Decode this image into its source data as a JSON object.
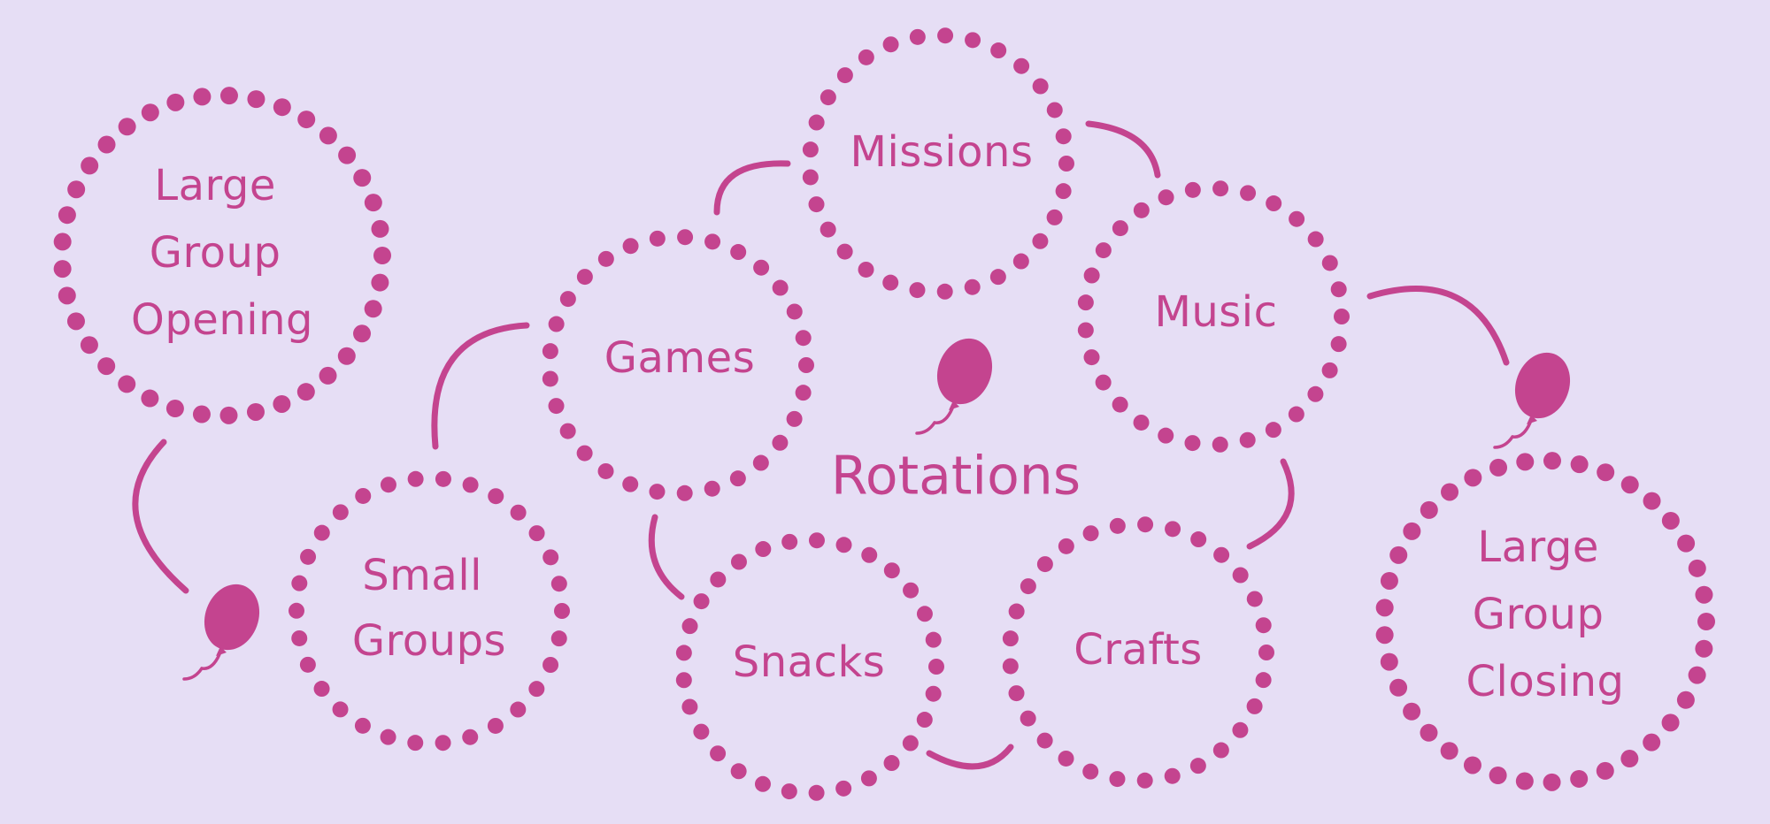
{
  "colors": {
    "background": "#e6def5",
    "accent": "#c4448f"
  },
  "title": "Rotations",
  "nodes": [
    {
      "id": "large-group-opening",
      "lines": [
        "Large",
        "Group",
        "Opening"
      ]
    },
    {
      "id": "small-groups",
      "lines": [
        "Small",
        "Groups"
      ]
    },
    {
      "id": "games",
      "lines": [
        "Games"
      ]
    },
    {
      "id": "missions",
      "lines": [
        "Missions"
      ]
    },
    {
      "id": "music",
      "lines": [
        "Music"
      ]
    },
    {
      "id": "snacks",
      "lines": [
        "Snacks"
      ]
    },
    {
      "id": "crafts",
      "lines": [
        "Crafts"
      ]
    },
    {
      "id": "large-group-closing",
      "lines": [
        "Large",
        "Group",
        "Closing"
      ]
    }
  ],
  "icons": [
    "balloon-icon",
    "balloon-icon",
    "balloon-icon"
  ]
}
